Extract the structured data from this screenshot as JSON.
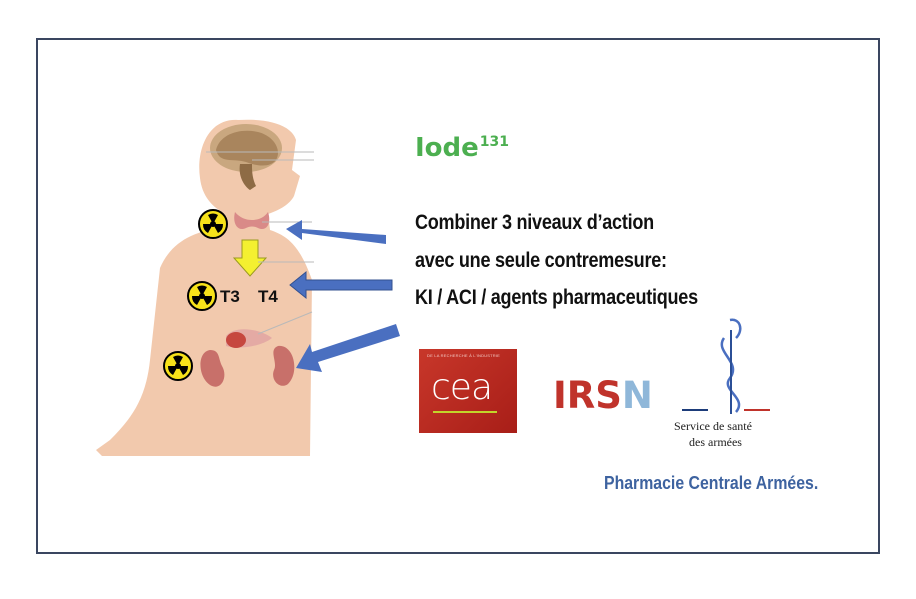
{
  "title": {
    "main": "Iode",
    "sup": "131"
  },
  "action_lines": [
    "Combiner 3 niveaux d’action",
    "avec une seule contremesure:",
    "KI / ACI / agents pharmaceutiques"
  ],
  "hormones": {
    "t3": "T3",
    "t4": "T4"
  },
  "logos": {
    "cea": {
      "small_text": "DE LA RECHERCHE À L'INDUSTRIE",
      "word": "cea"
    },
    "irsn": {
      "letters": "IRS",
      "last": "N"
    },
    "ssa": {
      "line1": "Service de santé",
      "line2": "des armées"
    }
  },
  "pharmacie": "Pharmacie Centrale Armées.",
  "colors": {
    "title": "#4caf50",
    "arrow": "#4a6fc0",
    "skin": "#f2c9ad",
    "frame": "#3a4660"
  },
  "icons": [
    "radiation-icon",
    "radiation-icon",
    "radiation-icon",
    "down-arrow-icon"
  ]
}
